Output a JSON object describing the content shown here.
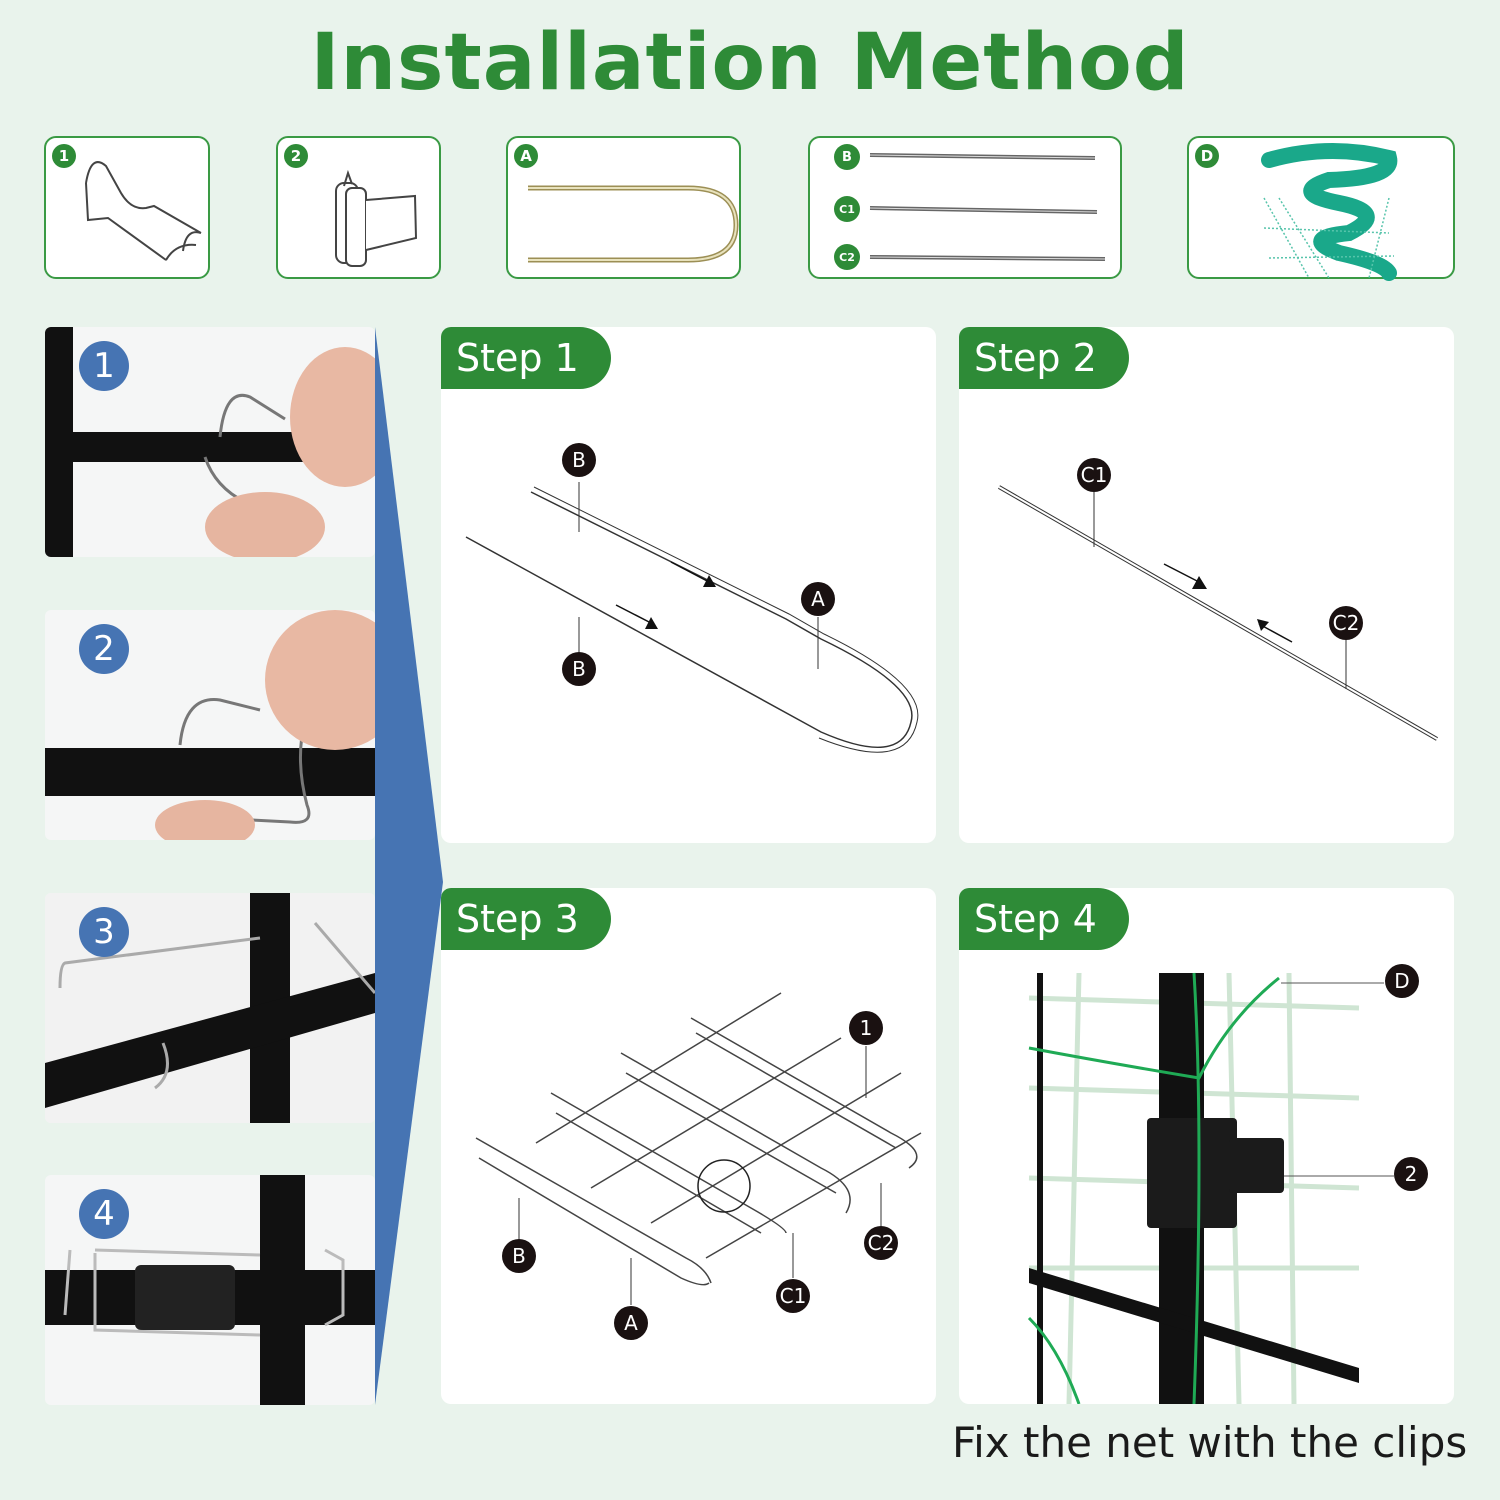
{
  "page": {
    "title": "Installation Method",
    "caption": "Fix the net with the clips",
    "colors": {
      "primary_green": "#2e8b37",
      "badge_blue": "#4674b3",
      "background": "#e9f3ec",
      "net_teal": "#1aa88a"
    }
  },
  "parts": [
    {
      "label": "1",
      "name": "wire clip"
    },
    {
      "label": "2",
      "name": "plastic net clip"
    },
    {
      "label": "A",
      "name": "U-shaped arch rod"
    },
    {
      "sub": [
        {
          "label": "B"
        },
        {
          "label": "C1"
        },
        {
          "label": "C2"
        }
      ],
      "name": "straight rods"
    },
    {
      "label": "D",
      "name": "net"
    }
  ],
  "photos": [
    {
      "number": "1"
    },
    {
      "number": "2"
    },
    {
      "number": "3"
    },
    {
      "number": "4"
    }
  ],
  "steps": [
    {
      "label": "Step 1",
      "callouts": [
        "B",
        "B",
        "A"
      ]
    },
    {
      "label": "Step 2",
      "callouts": [
        "C1",
        "C2"
      ]
    },
    {
      "label": "Step 3",
      "callouts": [
        "1",
        "B",
        "A",
        "C1",
        "C2"
      ]
    },
    {
      "label": "Step 4",
      "callouts": [
        "D",
        "2"
      ]
    }
  ]
}
